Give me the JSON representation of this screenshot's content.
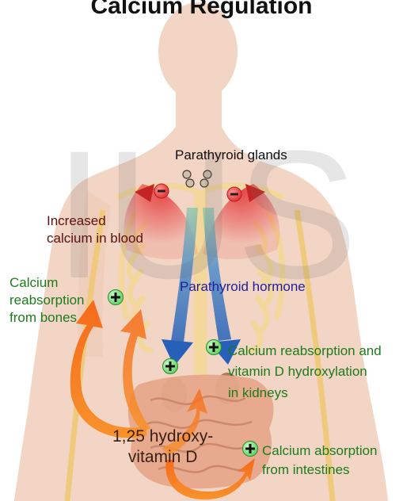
{
  "header": {
    "title": "Calcium Regulation"
  },
  "labels": {
    "parathyroid_glands": "Parathyroid glands",
    "increased_calcium": [
      "Increased",
      "calcium in blood"
    ],
    "parathyroid_hormone": "Parathyroid hormone",
    "bones": [
      "Calcium",
      "reabsorption",
      "from bones"
    ],
    "kidneys": [
      "Calcium reabsorption and",
      "vitamin D hydroxylation",
      "in kidneys"
    ],
    "vitamin_d": [
      "1,25 hydroxy-",
      "vitamin D"
    ],
    "intestines": [
      "Calcium absorption",
      "from intestines"
    ]
  },
  "symbols": {
    "plus": "+",
    "minus": "-"
  },
  "watermark": "IUS",
  "colors": {
    "skin": "#f2d5c4",
    "ribs": "#f3d79b",
    "negative_feedback": "#e03a3a",
    "hormone_arrow": "#2f6cc4",
    "vitamin_d_arrow": "#f5781f",
    "positive_effect": "#1c7c1c"
  },
  "icons": [
    "minus-circle-icon",
    "plus-circle-icon"
  ]
}
